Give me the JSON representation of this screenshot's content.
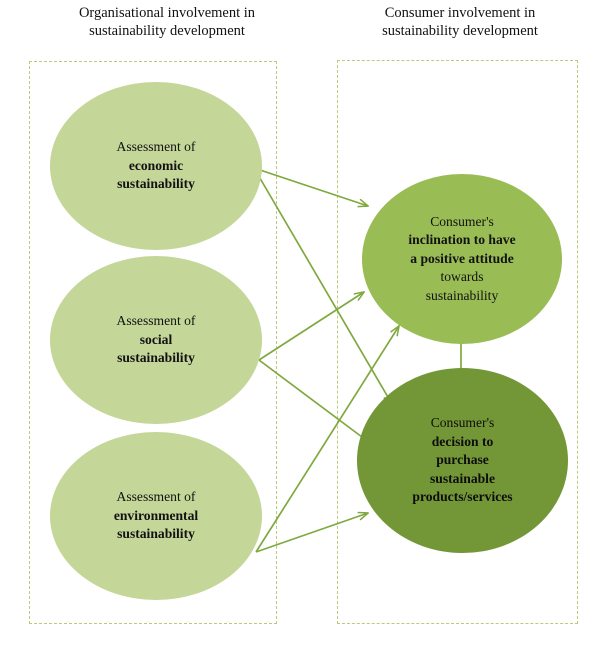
{
  "titles": {
    "organisational": "Organisational involvement in sustainability development",
    "consumer": "Consumer involvement in sustainability development"
  },
  "nodes": {
    "economic": {
      "line1": "Assessment of",
      "line2": "economic",
      "line3": "sustainability"
    },
    "social": {
      "line1": "Assessment of",
      "line2": "social",
      "line3": "sustainability"
    },
    "environmental": {
      "line1": "Assessment of",
      "line2": "environmental",
      "line3": "sustainability"
    },
    "inclination": {
      "line1": "Consumer's",
      "line2": "inclination to have",
      "line3": "a positive attitude",
      "line4": "towards",
      "line5": "sustainability"
    },
    "decision": {
      "line1": "Consumer's",
      "line2": "decision to",
      "line3": "purchase",
      "line4": "sustainable",
      "line5": "products/services"
    }
  },
  "colors": {
    "light_green": "#c4d698",
    "mid_green": "#99bc54",
    "dark_green": "#739637",
    "arrow_green": "#7fa93f",
    "dashed_border": "#b9cb7c",
    "text": "#121212",
    "background": "#ffffff"
  },
  "connections": [
    {
      "from": "economic",
      "to": "inclination"
    },
    {
      "from": "economic",
      "to": "decision"
    },
    {
      "from": "social",
      "to": "inclination"
    },
    {
      "from": "social",
      "to": "decision"
    },
    {
      "from": "environmental",
      "to": "inclination"
    },
    {
      "from": "environmental",
      "to": "decision"
    },
    {
      "from": "inclination",
      "to": "decision"
    }
  ]
}
